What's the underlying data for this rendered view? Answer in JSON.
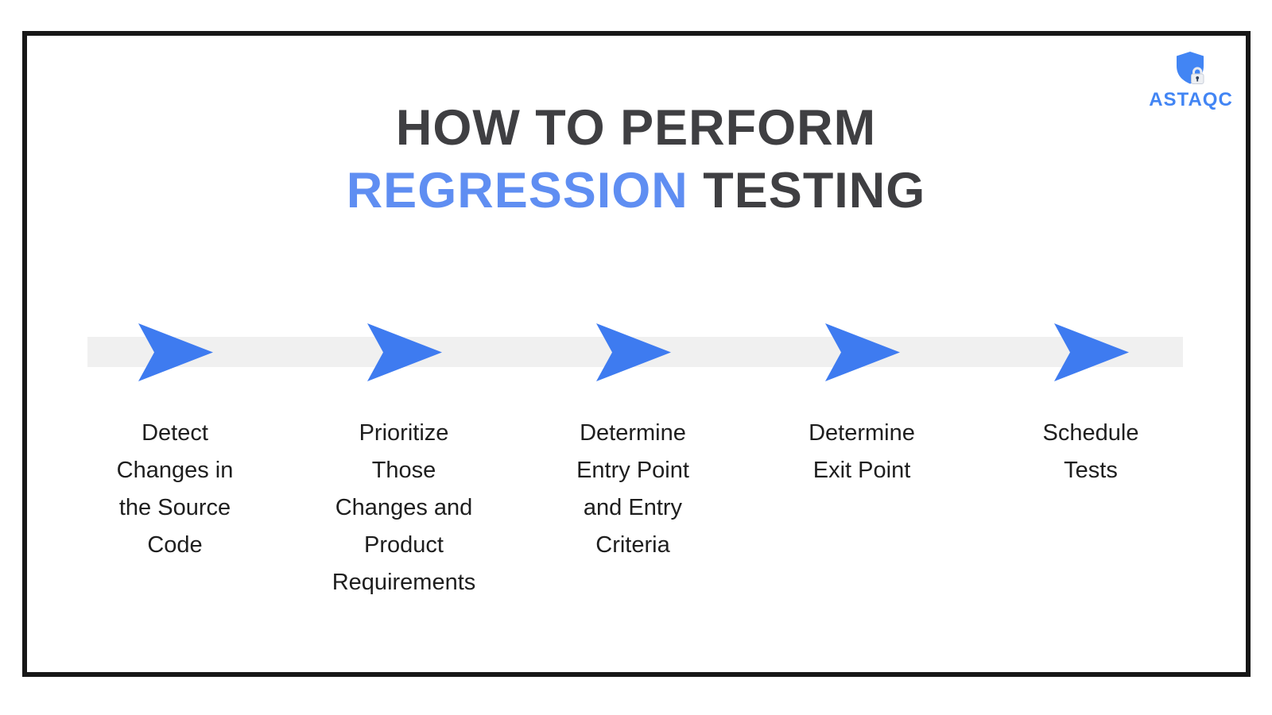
{
  "title": {
    "line1": "HOW TO PERFORM",
    "line2_highlight": "REGRESSION",
    "line2_rest": "TESTING"
  },
  "logo": {
    "text": "ASTAQC",
    "icon": "shield-lock-icon"
  },
  "timeline": {
    "direction": "left-to-right",
    "arrow_icon": "arrow-right-icon",
    "arrow_count": 5
  },
  "steps": [
    {
      "lines": [
        "Detect",
        "Changes in",
        "the Source",
        "Code"
      ]
    },
    {
      "lines": [
        "Prioritize",
        "Those",
        "Changes and",
        "Product",
        "Requirements"
      ]
    },
    {
      "lines": [
        "Determine",
        "Entry Point",
        "and Entry",
        "Criteria"
      ]
    },
    {
      "lines": [
        "Determine",
        "Exit Point"
      ]
    },
    {
      "lines": [
        "Schedule",
        "Tests"
      ]
    }
  ],
  "colors": {
    "accent_blue": "#3e7bf0",
    "title_blue": "#5f8ef2",
    "title_gray": "#3f3f42",
    "logo_blue": "#4285f4",
    "bar_gray": "#f0f0f0",
    "text_dark": "#1e1e1e",
    "border_dark": "#171717"
  }
}
